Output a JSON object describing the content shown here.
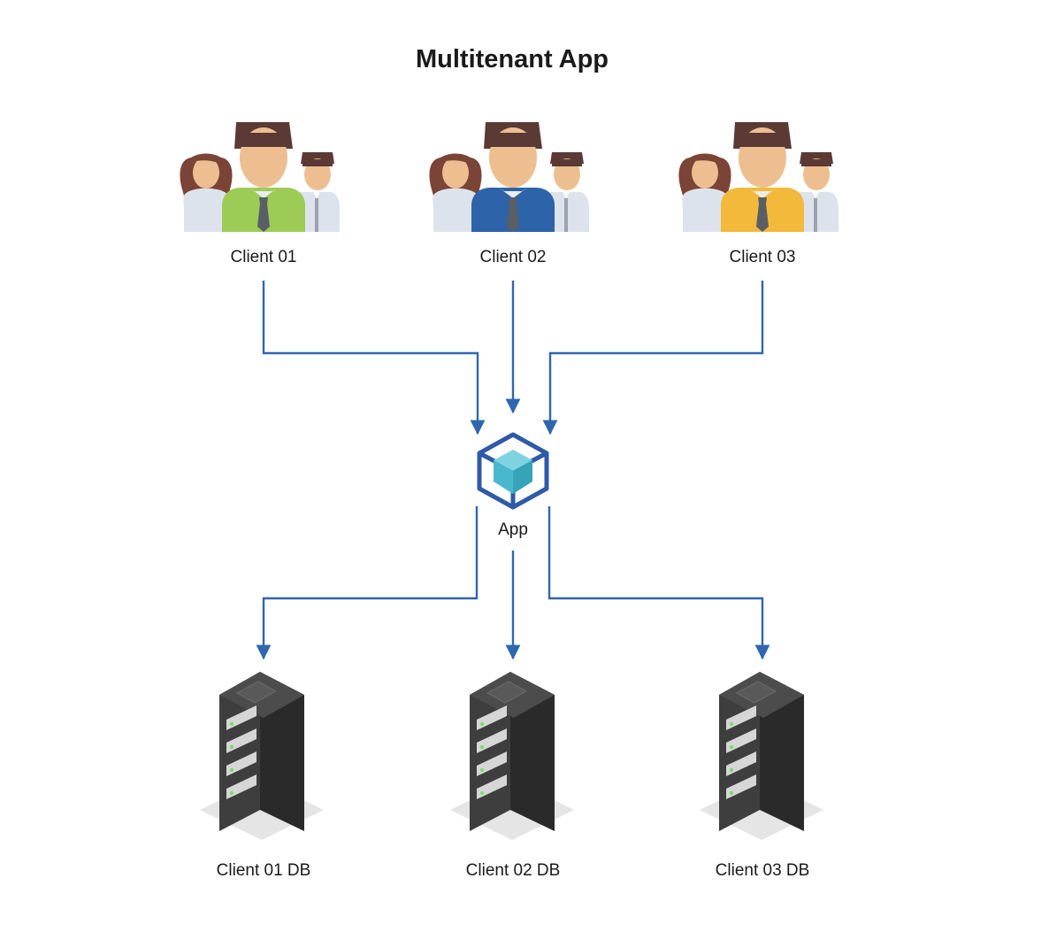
{
  "title": "Multitenant App",
  "colors": {
    "edge": "#2f66b0",
    "cube_stroke": "#2f5aa6",
    "cube_fill": "#49b8cc",
    "client_01_shirt": "#9ccc55",
    "client_02_shirt": "#2d63a8",
    "client_03_shirt": "#f3b93a",
    "server_body": "#3c3c3c",
    "server_led": "#7cdc6e"
  },
  "clients": [
    {
      "label": "Client 01",
      "icon": "user-group-icon"
    },
    {
      "label": "Client 02",
      "icon": "user-group-icon"
    },
    {
      "label": "Client 03",
      "icon": "user-group-icon"
    }
  ],
  "app": {
    "label": "App",
    "icon": "cube-icon"
  },
  "databases": [
    {
      "label": "Client 01 DB",
      "icon": "server-icon"
    },
    {
      "label": "Client 02 DB",
      "icon": "server-icon"
    },
    {
      "label": "Client 03 DB",
      "icon": "server-icon"
    }
  ]
}
